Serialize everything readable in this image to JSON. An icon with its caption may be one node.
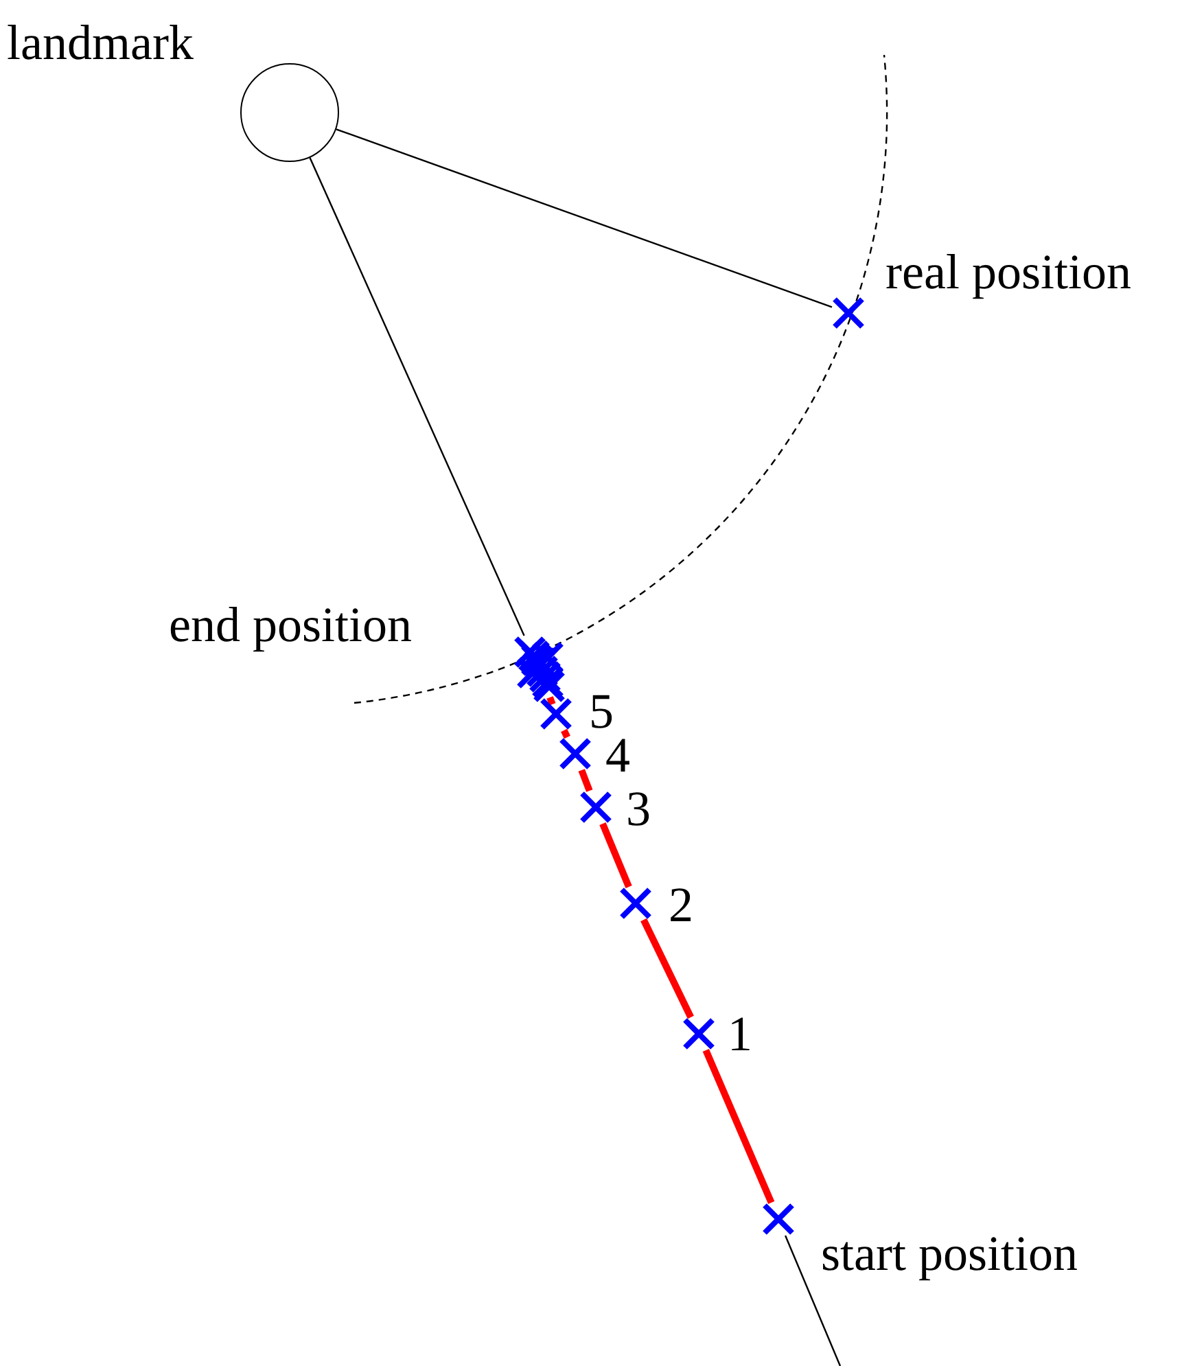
{
  "diagram": {
    "nodes": [
      {
        "text": [
          "landmark"
        ]
      },
      {
        "text": [
          "real position"
        ]
      },
      {
        "text": [
          "end position"
        ]
      },
      {
        "text": [
          "5"
        ]
      },
      {
        "text": [
          "4"
        ]
      },
      {
        "text": [
          "3"
        ]
      },
      {
        "text": [
          "2"
        ]
      },
      {
        "text": [
          "1"
        ]
      },
      {
        "text": [
          "start position"
        ]
      }
    ],
    "edges": [
      {
        "from": 0,
        "to": 1,
        "arrow": "none",
        "color": "#000000"
      },
      {
        "from": 0,
        "to": 2,
        "arrow": "none",
        "color": "#000000"
      },
      {
        "from": 8,
        "to": 7,
        "arrow": "none"
      },
      {
        "from": 7,
        "to": 6,
        "arrow": "none"
      },
      {
        "from": 6,
        "to": 5,
        "arrow": "none"
      },
      {
        "from": 5,
        "to": 4,
        "arrow": "none"
      },
      {
        "from": 4,
        "to": 3,
        "arrow": "none"
      },
      {
        "from": 3,
        "to": 2,
        "arrow": "none"
      },
      {
        "from": 8,
        "to": null,
        "arrow": "none",
        "color": "#000000"
      }
    ]
  }
}
